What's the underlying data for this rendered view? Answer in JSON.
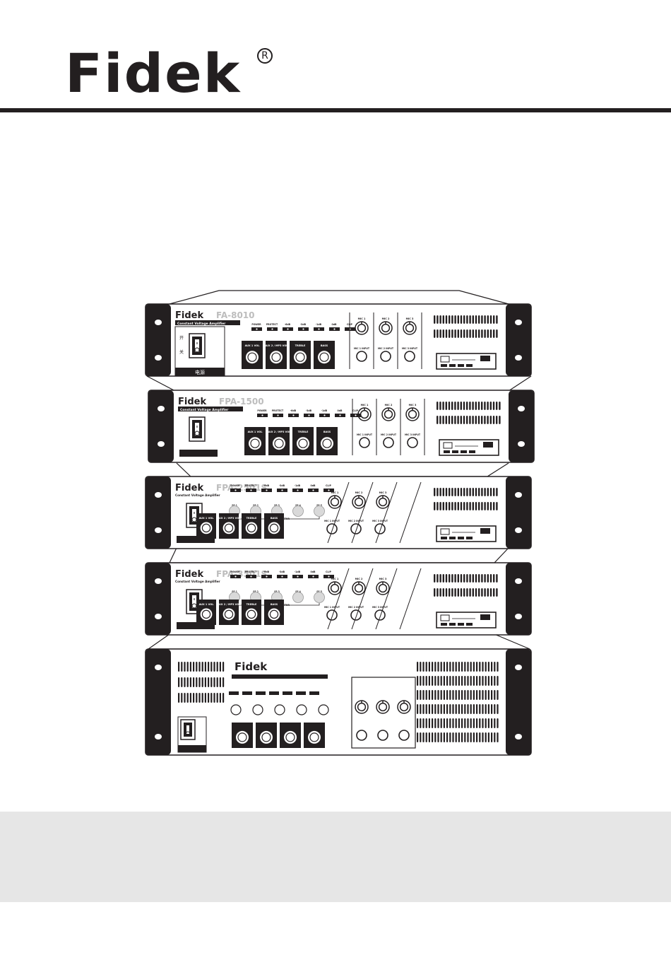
{
  "brand": {
    "name": "Fidek",
    "registered_mark": "R"
  },
  "units": [
    {
      "logo": "Fidek",
      "model": "FA-8010",
      "subtitle": "Constant Voltage Amplifier",
      "switch_labels": [
        "开",
        "关"
      ],
      "power_label": "电源",
      "indicators": [
        "POWER",
        "PROTECT",
        "-6dB",
        "-3dB",
        "-1dB",
        "0dB",
        "CLIP"
      ],
      "knobs": [
        "AUX 1 VOL",
        "AUX 2 / MP3 VOL",
        "TREBLE",
        "BASS"
      ],
      "mics": [
        "MIC 1",
        "MIC 2",
        "MIC 3"
      ],
      "mic_inputs": [
        "MIC 1 INPUT",
        "MIC 2 INPUT",
        "MIC 3 INPUT"
      ]
    },
    {
      "logo": "Fidek",
      "model": "FPA-1500",
      "subtitle": "Constant Voltage Amplifier",
      "indicators": [
        "POWER",
        "PROTECT",
        "-6dB",
        "-3dB",
        "-1dB",
        "0dB",
        "CLIP"
      ],
      "knobs": [
        "AUX 1 VOL",
        "AUX 2 / MP3 VOL",
        "TREBLE",
        "BASS"
      ],
      "mics": [
        "MIC 1",
        "MIC 2",
        "MIC 3"
      ],
      "mic_inputs": [
        "MIC 1 INPUT",
        "MIC 2 INPUT",
        "MIC 3 INPUT"
      ]
    },
    {
      "logo": "Fidek",
      "model": "FPA-2501S",
      "subtitle": "Constant Voltage Amplifier",
      "indicators": [
        "POWER",
        "PROTECT",
        "-6dB",
        "-3dB",
        "-1dB",
        "0dB",
        "CLIP"
      ],
      "zones": [
        "SE 1",
        "SE 2",
        "SE 3",
        "SE 4",
        "SE 5"
      ],
      "selector_label": "SPEAKER SELECTOR",
      "knobs": [
        "AUX 1 VOL",
        "AUX 2 / MP3 VOL",
        "TREBLE",
        "BASS"
      ],
      "mics": [
        "MIC 1",
        "MIC 2",
        "MIC 3"
      ],
      "mic_inputs": [
        "MIC 1 INPUT",
        "MIC 2 INPUT",
        "MIC 3 INPUT"
      ]
    },
    {
      "logo": "Fidek",
      "model": "FPA-3501S",
      "subtitle": "Constant Voltage Amplifier",
      "indicators": [
        "POWER",
        "PROTECT",
        "-6dB",
        "-3dB",
        "-1dB",
        "0dB",
        "CLIP"
      ],
      "zones": [
        "SE 1",
        "SE 2",
        "SE 3",
        "SE 4",
        "SE 5"
      ],
      "selector_label": "SPEAKER SELECTOR",
      "knobs": [
        "AUX 1 VOL",
        "AUX 2 / MP3 VOL",
        "TREBLE",
        "BASS"
      ],
      "mics": [
        "MIC 1",
        "MIC 2",
        "MIC 3"
      ],
      "mic_inputs": [
        "MIC 1 INPUT",
        "MIC 2 INPUT",
        "MIC 3 INPUT"
      ]
    },
    {
      "logo": "Fidek"
    }
  ],
  "colors": {
    "ink": "#231f20",
    "panel": "#ffffff",
    "footer_band": "#e6e6e6",
    "led": "#d9d9d9"
  }
}
